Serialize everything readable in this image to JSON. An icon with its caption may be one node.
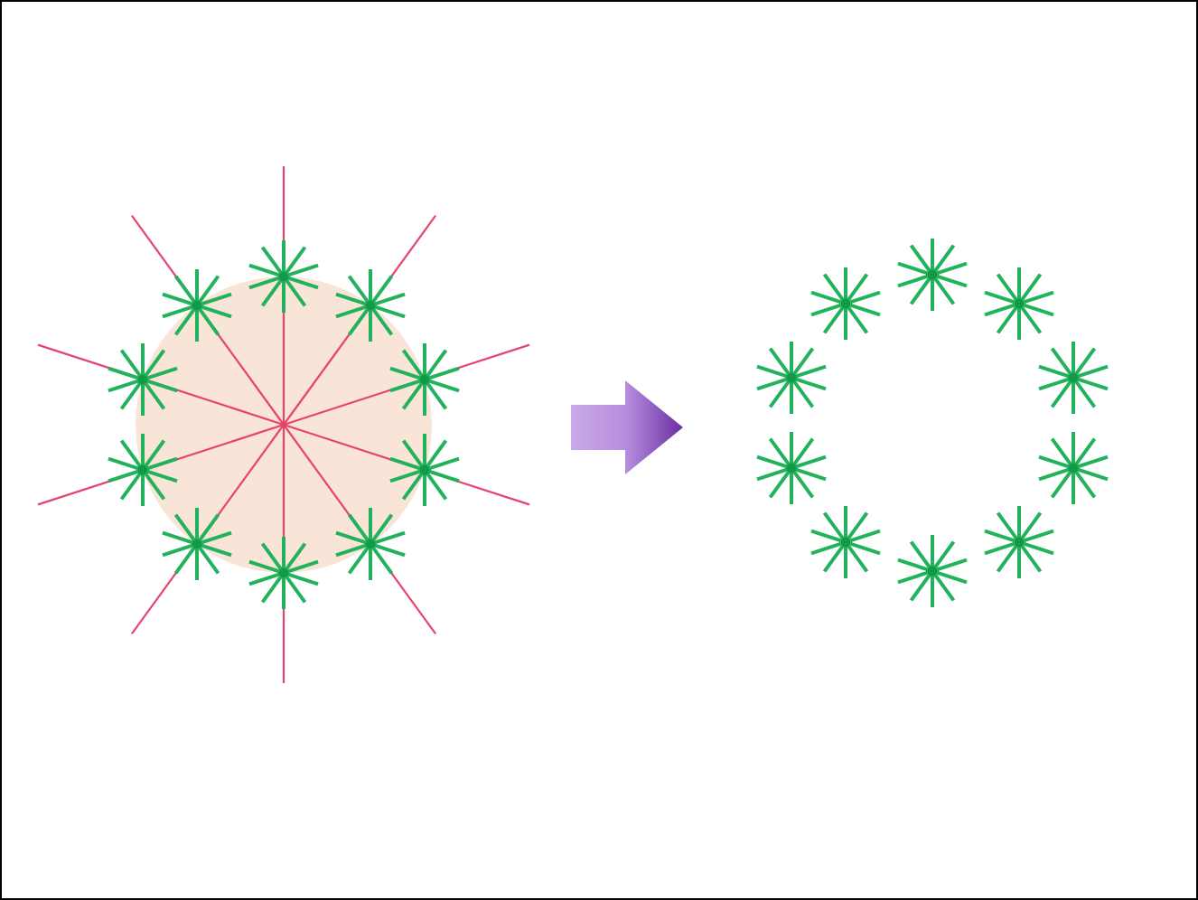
{
  "diagram": {
    "nodes": [
      {
        "text": [],
        "shape": "picture"
      },
      {
        "text": [],
        "shape": "picture"
      }
    ],
    "edges": [
      {
        "from": 0,
        "to": 1,
        "arrow": "to"
      }
    ]
  }
}
